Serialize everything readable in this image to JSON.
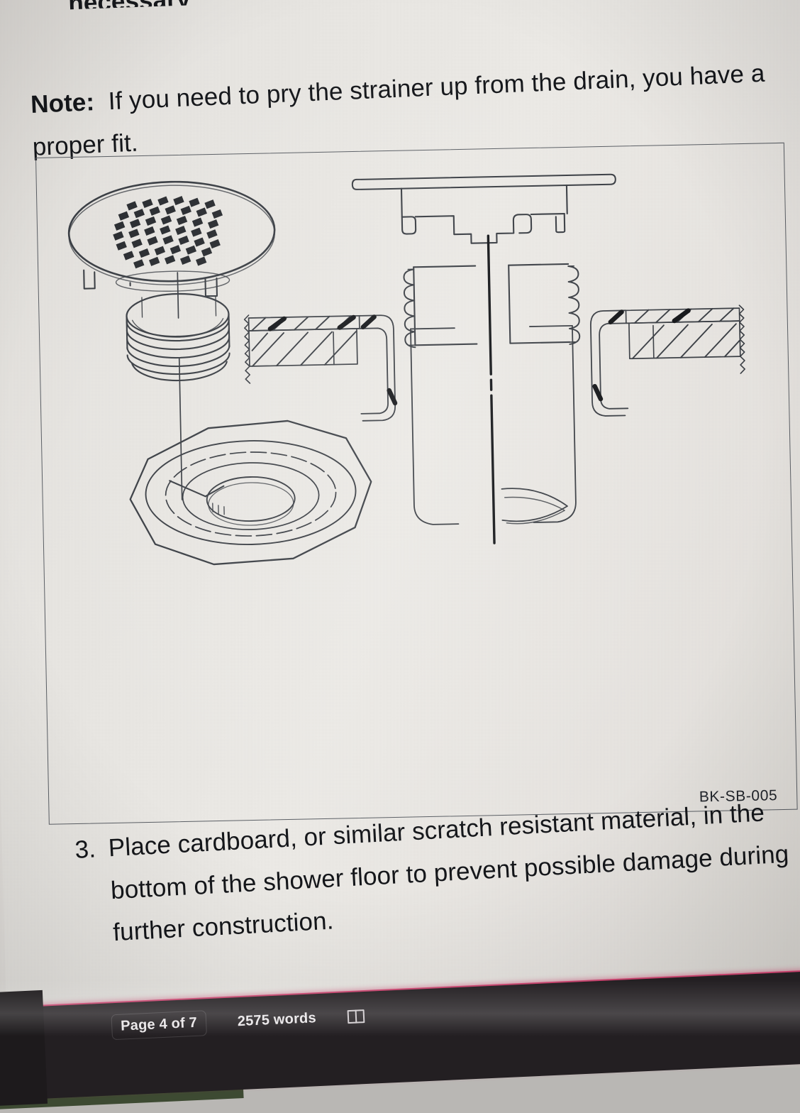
{
  "app": {
    "name": "word-document-viewer",
    "background_color": "#e8e5e1",
    "text_color": "#16181c",
    "accent_color": "#c4416b"
  },
  "document": {
    "cutoff_line": "necessary",
    "note": {
      "label": "Note:",
      "body": "  If you need to pry the strainer up from the drain, you have a proper fit."
    },
    "steps": [
      {
        "number": "3.",
        "text": "Place cardboard, or similar scratch resistant material, in the bottom of the shower floor to prevent possible damage during further construction."
      }
    ],
    "figure": {
      "name": "shower-drain-assembly-diagram",
      "code": "BK-SB-005",
      "parts": [
        "strainer-cover-plate",
        "threaded-collar",
        "drain-body-flange",
        "shower-pan-floor",
        "drain-pipe"
      ]
    }
  },
  "statusbar": {
    "page_label": "Page 4 of 7",
    "word_count": "2575 words",
    "reading_view_icon": "book-icon"
  }
}
